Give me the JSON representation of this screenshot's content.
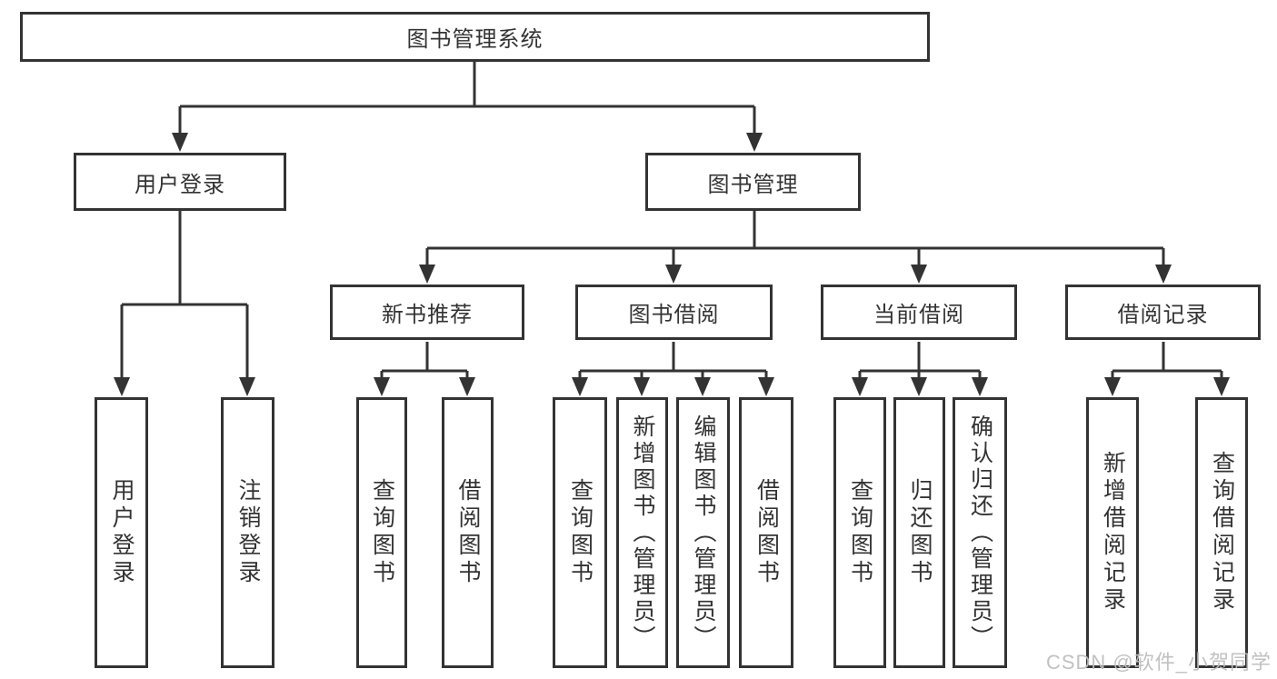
{
  "diagram": {
    "root": "图书管理系统",
    "level2": {
      "user_login": "用户登录",
      "book_mgmt": "图书管理"
    },
    "level3": {
      "new_book_rec": "新书推荐",
      "book_borrow": "图书借阅",
      "current_borrow": "当前借阅",
      "borrow_records": "借阅记录"
    },
    "leaves": {
      "user_login": "用户登录",
      "logout": "注销登录",
      "rec_query_book": "查询图书",
      "rec_borrow_book": "借阅图书",
      "bb_query_book": "查询图书",
      "bb_add_book": "新增图书（管理员）",
      "bb_edit_book": "编辑图书（管理员）",
      "bb_borrow_book": "借阅图书",
      "cb_query_book": "查询图书",
      "cb_return_book": "归还图书",
      "cb_confirm_return": "确认归还（管理员）",
      "br_add_record": "新增借阅记录",
      "br_query_record": "查询借阅记录"
    }
  },
  "watermark": "CSDN @软件_小贺同学",
  "colors": {
    "line": "#333333",
    "text": "#333333",
    "box_background": "#ffffff",
    "watermark": "#bebebe"
  }
}
